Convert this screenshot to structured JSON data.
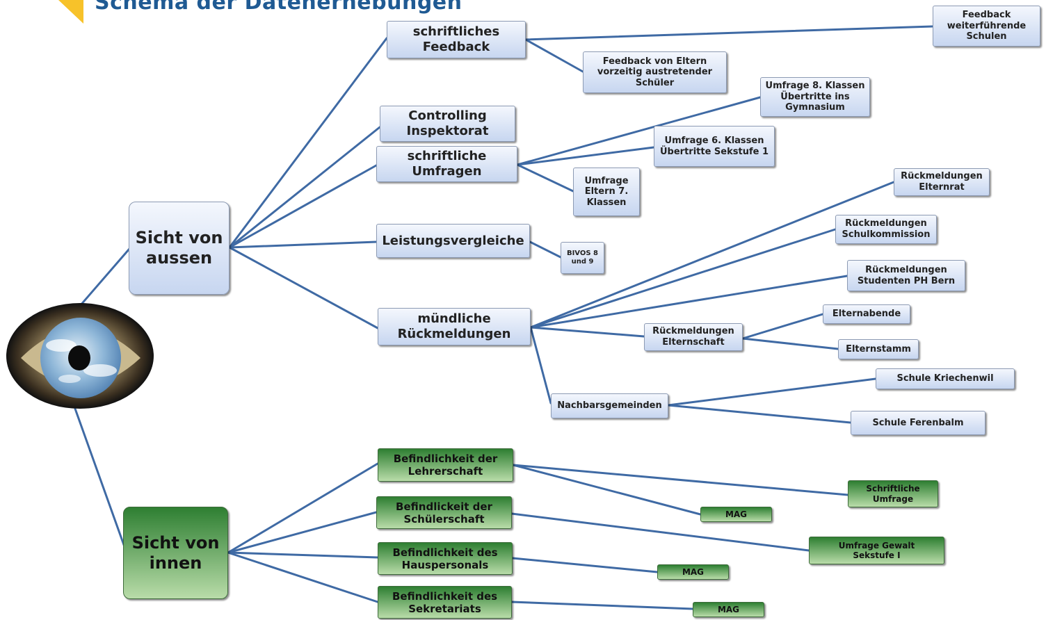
{
  "title": "Schema der Datenerhebungen",
  "colors": {
    "line": "#3f6aa4",
    "blue_node": "#c7d6f0",
    "green_node": "#2e7f32",
    "title": "#1f5a93",
    "accent": "#f7c22a"
  },
  "eye_icon": "eye-icon",
  "nodes": {
    "sicht_aussen": "Sicht von\naussen",
    "sicht_innen": "Sicht von\ninnen",
    "schriftliches_feedback": "schriftliches\nFeedback",
    "feedback_weiterfuehrende": "Feedback\nweiterführende\nSchulen",
    "feedback_eltern": "Feedback von Eltern\nvorzeitig austretender\nSchüler",
    "controlling": "Controlling\nInspektorat",
    "schriftliche_umfragen": "schriftliche\nUmfragen",
    "umfrage_8": "Umfrage 8. Klassen\nÜbertritte ins\nGymnasium",
    "umfrage_6": "Umfrage 6. Klassen\nÜbertritte Sekstufe 1",
    "umfrage_7": "Umfrage\nEltern 7.\nKlassen",
    "leistungsvergleiche": "Leistungsvergleiche",
    "bivos": "BIVOS 8\nund 9",
    "muendliche": "mündliche\nRückmeldungen",
    "rm_elternrat": "Rückmeldungen\nElternrat",
    "rm_schulkommission": "Rückmeldungen\nSchulkommission",
    "rm_studenten": "Rückmeldungen\nStudenten PH Bern",
    "rm_elternschaft": "Rückmeldungen\nElternschaft",
    "elternabende": "Elternabende",
    "elternstamm": "Elternstamm",
    "nachbarsgemeinden": "Nachbarsgemeinden",
    "schule_kriechenwil": "Schule Kriechenwil",
    "schule_ferenbalm": "Schule Ferenbalm",
    "bef_lehrer": "Befindlichkeit der\nLehrerschaft",
    "bef_schueler": "Befindlickeit der\nSchülerschaft",
    "bef_haus": "Befindlichkeit des\nHauspersonals",
    "bef_sekretariat": "Befindlichkeit des\nSekretariats",
    "schriftliche_umfrage": "Schriftliche\nUmfrage",
    "mag_1": "MAG",
    "umfrage_gewalt": "Umfrage Gewalt\nSekstufe I",
    "mag_2": "MAG",
    "mag_3": "MAG"
  }
}
